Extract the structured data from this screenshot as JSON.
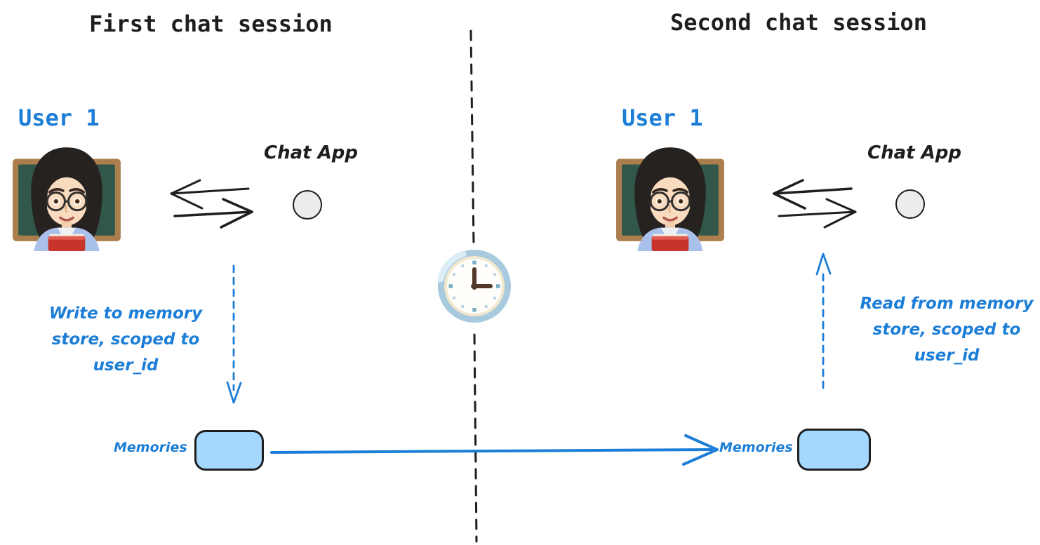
{
  "colors": {
    "ink": "#1e1e1e",
    "accent_blue": "#1c7ed6",
    "memory_box_fill": "#a5d8ff",
    "chat_node_fill": "#ececec",
    "clock_rim": "#a8cade",
    "clock_rim_highlight": "#ddedf5",
    "clock_face": "#fffefa",
    "clock_ring": "#f2e8cf",
    "clock_hands": "#54382a",
    "clock_marker_major": "#7aaec6",
    "clock_marker_minor": "#bdd5e2"
  },
  "sessions": {
    "first": {
      "title": "First chat session",
      "user_label": "User 1",
      "user_icon": "woman-teacher-emoji",
      "chat_app_label": "Chat App",
      "chat_app_icon": "circle-node",
      "memory_note_lines": [
        "Write to memory",
        "store, scoped to",
        "user_id"
      ],
      "memories_label": "Memories"
    },
    "second": {
      "title": "Second chat session",
      "user_label": "User 1",
      "user_icon": "woman-teacher-emoji",
      "chat_app_label": "Chat App",
      "chat_app_icon": "circle-node",
      "memory_note_lines": [
        "Read from memory",
        "store, scoped to",
        "user_id"
      ],
      "memories_label": "Memories"
    },
    "divider_icon": "clock-showing-3-oclock",
    "divider_style": "dashed-vertical-line"
  }
}
